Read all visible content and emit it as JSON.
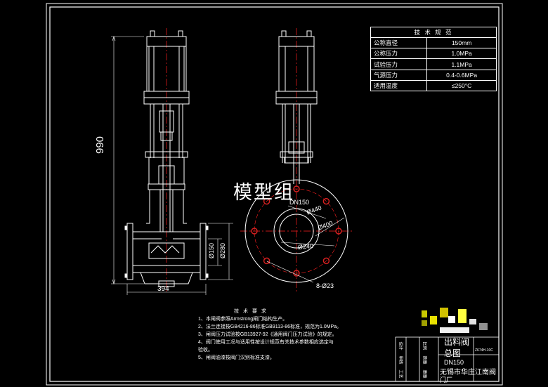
{
  "watermark": "模型组",
  "dimensions": {
    "height_total": "990",
    "width_total": "394",
    "bore_dia": "Ø150",
    "flange_dia": "Ø280",
    "dn_label": "DN150",
    "outer_dia": "Ø440",
    "bolt_circle_dia": "Ø400",
    "inner_dia": "Ø240",
    "bolt_holes": "8-Ø23"
  },
  "spec_table": {
    "title": "技 术 规 范",
    "rows": [
      {
        "label": "公称直径",
        "value": "150mm"
      },
      {
        "label": "公称压力",
        "value": "1.0MPa"
      },
      {
        "label": "试验压力",
        "value": "1.1MPa"
      },
      {
        "label": "气源压力",
        "value": "0.4-0.6MPa"
      },
      {
        "label": "适用温度",
        "value": "≤250°C"
      }
    ]
  },
  "notes": {
    "title": "技 术 要 求",
    "items": [
      "1、本闸阀参照Armstrong闸门结构生产。",
      "2、法兰连接按GB4216-86标准GB9113-86标准，规范为1.0MPa。",
      "3、闸阀压力试验按GB13927-92《通用阀门压力试验》的规定。",
      "4、阀门使用工况与适用性按设计规范有关技术参数相应选定与",
      "   验收。",
      "5、闸阀油漆按阀门汉别标准支漆。"
    ]
  },
  "title_block": {
    "drawing_title_1": "出料阀",
    "drawing_title_2": "总图",
    "drawing_size": "DN150",
    "company": "无锡市华庄江南阀",
    "company_2": "门厂",
    "drawing_no": "Z674H-10C",
    "left_labels": [
      "设计",
      "审核",
      "工艺"
    ],
    "mid_labels": [
      "比例",
      "数量",
      "重量"
    ]
  },
  "colors": {
    "line": "#ffffff",
    "border": "#ffffff",
    "centerline": "#ff2020",
    "bolt": "#d42020",
    "background": "#000000"
  }
}
